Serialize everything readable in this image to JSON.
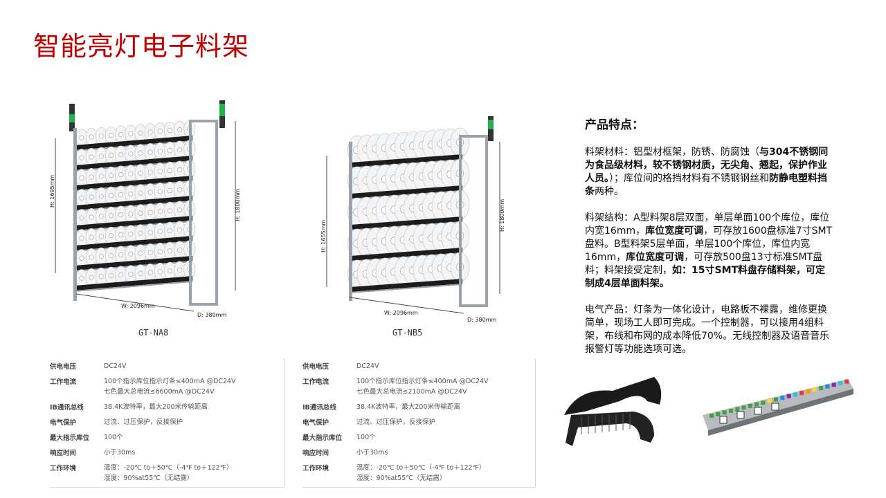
{
  "page_title": "智能亮灯电子料架",
  "racks": [
    {
      "caption": "GT-NA8",
      "width_label": "W: 2096mm",
      "height_label": "H: 1695mm",
      "depth_label": "D: 380mm",
      "total_height_label": "H: 1800mm"
    },
    {
      "caption": "GT-NB5",
      "width_label": "W: 2096mm",
      "height_label": "H: 1655mm",
      "depth_label": "D: 380mm",
      "total_height_label": "H: 1800mm"
    }
  ],
  "specs": [
    {
      "rows": [
        {
          "key": "供电电压",
          "lines": [
            "DC24V"
          ]
        },
        {
          "key": "工作电流",
          "lines": [
            "100个指示库位指示灯条≤400mA @DC24V",
            "七色最大总电流≤6600mA @DC24V"
          ]
        },
        {
          "key": "IB通讯总线",
          "lines": [
            "38.4K波特率，最大200米传输距离"
          ]
        },
        {
          "key": "电气保护",
          "lines": [
            "过流、过压保护，反接保护"
          ]
        },
        {
          "key": "最大指示库位",
          "lines": [
            "100个"
          ]
        },
        {
          "key": "响应时间",
          "lines": [
            "小于30ms"
          ]
        },
        {
          "key": "工作环境",
          "lines": [
            "温度：-20℃ to＋50℃（-4℉ to＋122℉）",
            "湿度：90%at55℃（无结露）"
          ]
        }
      ]
    },
    {
      "rows": [
        {
          "key": "供电电压",
          "lines": [
            "DC24V"
          ]
        },
        {
          "key": "工作电流",
          "lines": [
            "100个指示库位指示灯条≤400mA @DC24V",
            "七色最大总电流≤2100mA @DC24V"
          ]
        },
        {
          "key": "IB通讯总线",
          "lines": [
            "38.4K波特率，最大200米传输距离"
          ]
        },
        {
          "key": "电气保护",
          "lines": [
            "过流、过压保护，反接保护"
          ]
        },
        {
          "key": "最大指示库位",
          "lines": [
            "100个"
          ]
        },
        {
          "key": "响应时间",
          "lines": [
            "小于30ms"
          ]
        },
        {
          "key": "工作环境",
          "lines": [
            "温度：-20℃ to＋50℃（-4℉ to＋122℉）",
            "湿度：90%at55℃（无结露）"
          ]
        }
      ]
    }
  ],
  "features": {
    "heading": "产品特点：",
    "p1": {
      "a": "料架材料：铝型材框架，防锈、防腐蚀（",
      "b": "与304不锈钢同为食品级材料，较不锈钢材质，无尖角、翘起，保护作业人员。",
      "c": "）；库位间的格挡材料有不锈钢钢丝和",
      "d": "防静电塑料挡条",
      "e": "两种。"
    },
    "p2": {
      "a": "料架结构：A型料架8层双面，单层单面100个库位，库位内宽16mm，",
      "b": "库位宽度可调",
      "c": "，可存放1600盘标准7寸SMT盘料。B型料架5层单面，单层100个库位，库位内宽16mm，",
      "d": "库位宽度可调",
      "e": "，可存放500盘13寸标准SMT盘料；料架接受定制，",
      "f": "如：15寸SMT料盘存储料架，可定制成4层单面料架。"
    },
    "p3": "电气产品：灯条为一体化设计，电路板不裸露，维修更换简单，现场工人即可完成。一个控制器，可以接用4组料架，布线和布网的成本降低70%。无线控制器及语音音乐报警灯等功能选项可选。"
  },
  "colors": {
    "title": "#c00000",
    "frame": "#9aa3ab",
    "tower_green": "#22b14c",
    "reel": "#f2f4f6"
  }
}
